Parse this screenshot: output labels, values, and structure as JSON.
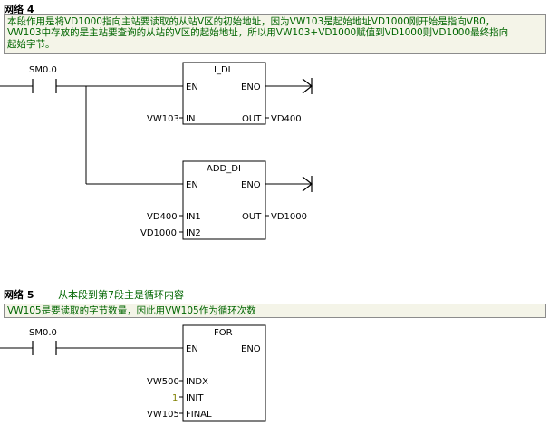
{
  "network4": {
    "title": "网络 4",
    "comment_lines": [
      "本段作用是将VD1000指向主站要读取的从站V区的初始地址，因为VW103是起始地址VD1000刚开始是指向VB0，",
      "VW103中存放的是主站要查询的从站的V区的起始地址，所以用VW103+VD1000赋值到VD1000则VD1000最终指向",
      "起始字节。"
    ],
    "contact": "SM0.0",
    "box1": {
      "name": "I_DI",
      "en": "EN",
      "eno": "ENO",
      "in_pin": "IN",
      "out_pin": "OUT",
      "in_operand": "VW103",
      "out_operand": "VD400"
    },
    "box2": {
      "name": "ADD_DI",
      "en": "EN",
      "eno": "ENO",
      "in1_pin": "IN1",
      "in2_pin": "IN2",
      "out_pin": "OUT",
      "in1_operand": "VD400",
      "in2_operand": "VD1000",
      "out_operand": "VD1000"
    }
  },
  "network5": {
    "title": "网络 5",
    "description": "从本段到第7段主是循环内容",
    "comment": "VW105是要读取的字节数量，因此用VW105作为循环次数",
    "contact": "SM0.0",
    "box": {
      "name": "FOR",
      "en": "EN",
      "eno": "ENO",
      "indx_pin": "INDX",
      "init_pin": "INIT",
      "final_pin": "FINAL",
      "indx_operand": "VW500",
      "init_operand": "1",
      "final_operand": "VW105"
    }
  },
  "colors": {
    "comment_text": "#006600",
    "comment_bg": "#f4f4e8",
    "init_constant": "#808000"
  }
}
